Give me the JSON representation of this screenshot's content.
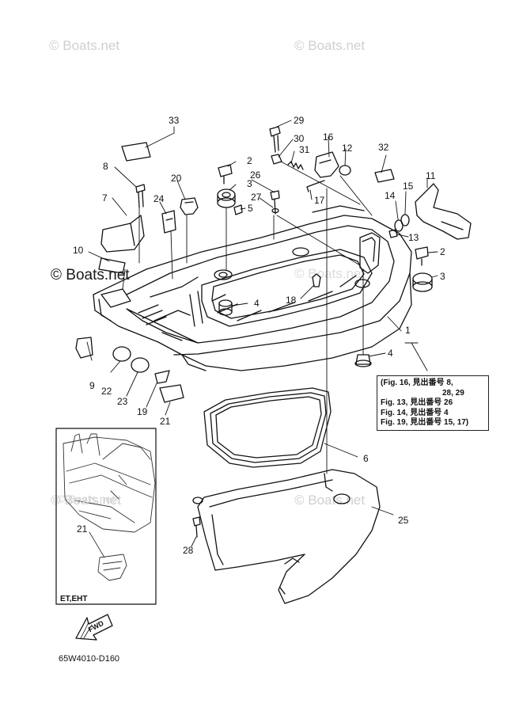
{
  "watermarks": {
    "top_left": "© Boats.net",
    "top_right": "© Boats.net",
    "middle_left": "© Boats.net",
    "middle_faint_1": "© Boats.net",
    "lower_left": "© Boats.net",
    "lower_right": "© Boats.net",
    "inset": "© Boats.net"
  },
  "callouts": {
    "p1": "1",
    "p2a": "2",
    "p2b": "2",
    "p3a": "3",
    "p3b": "3",
    "p4a": "4",
    "p4b": "4",
    "p5": "5",
    "p6": "6",
    "p7": "7",
    "p8": "8",
    "p9": "9",
    "p10": "10",
    "p11": "11",
    "p12": "12",
    "p13": "13",
    "p14": "14",
    "p15": "15",
    "p16": "16",
    "p17": "17",
    "p18": "18",
    "p19": "19",
    "p20": "20",
    "p21a": "21",
    "p21b": "21",
    "p22": "22",
    "p23": "23",
    "p24": "24",
    "p25": "25",
    "p26": "26",
    "p27": "27",
    "p28": "28",
    "p29": "29",
    "p30": "30",
    "p31": "31",
    "p32": "32",
    "p33": "33"
  },
  "reference_box": {
    "lines": [
      "(Fig. 16, 見出番号 8,",
      "28, 29",
      "Fig. 13, 見出番号 26",
      "Fig. 14, 見出番号 4",
      "Fig. 19, 見出番号 15, 17)"
    ]
  },
  "inset": {
    "variant_label": "ET,EHT"
  },
  "fwd_arrow": {
    "label": "FWD"
  },
  "drawing_code": "65W4010-D160"
}
